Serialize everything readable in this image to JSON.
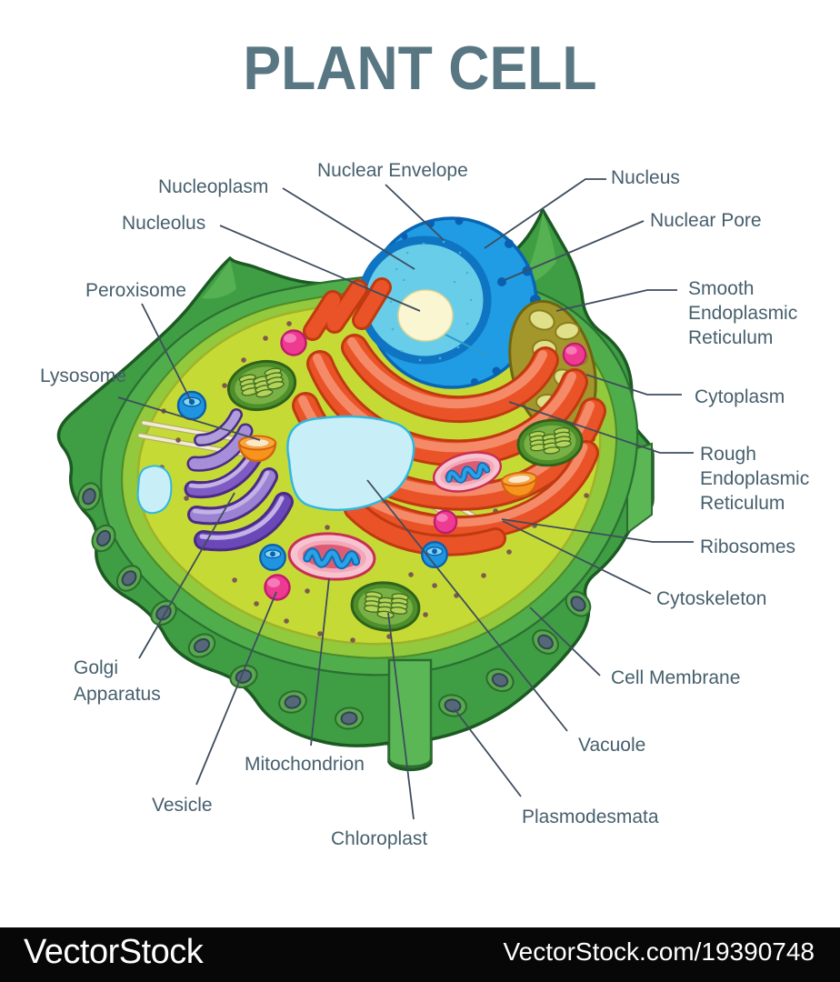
{
  "title": "PLANT CELL",
  "labels": {
    "nuclear_envelope": "Nuclear Envelope",
    "nucleoplasm": "Nucleoplasm",
    "nucleolus": "Nucleolus",
    "peroxisome": "Peroxisome",
    "lysosome": "Lysosome",
    "golgi_apparatus": "Golgi Apparatus",
    "vesicle": "Vesicle",
    "mitochondrion": "Mitochondrion",
    "chloroplast": "Chloroplast",
    "plasmodesmata": "Plasmodesmata",
    "vacuole": "Vacuole",
    "cell_membrane": "Cell Membrane",
    "cytoskeleton": "Cytoskeleton",
    "ribosomes": "Ribosomes",
    "rough_er": "Rough Endoplasmic Reticulum",
    "cytoplasm": "Cytoplasm",
    "smooth_er": "Smooth Endoplasmic Reticulum",
    "nuclear_pore": "Nuclear Pore",
    "nucleus": "Nucleus"
  },
  "watermark": {
    "brand": "VectorStock",
    "url": "VectorStock.com/19390748"
  },
  "colors": {
    "title_text": "#597683",
    "label_text": "#465f6d",
    "leader_line": "#3e4d5e",
    "cell_wall": "#3f9d44",
    "cell_membrane": "#93c93c",
    "cytoplasm": "#c6da36",
    "nucleus": "#1f9ce4",
    "nuclear_pore_dot": "#0b5fb0",
    "nucleoplasm": "#67cde9",
    "nucleolus": "#faf6d2",
    "rough_er": "#ea5327",
    "smooth_er": "#a3962b",
    "golgi": "#9277cc",
    "vacuole": "#c8eef7",
    "mitochondrion_outer": "#f7c3d0",
    "mitochondrion_cristae": "#2aa2e4",
    "chloroplast": "#4f8f2b",
    "lysosome": "#f7941e",
    "peroxisome": "#1f95df",
    "vesicle": "#ee3a90",
    "ribosome_dot": "#7d5a50",
    "plasmodesma_plug": "#55687a",
    "watermark_bg": "#070707",
    "watermark_text": "#ffffff"
  }
}
